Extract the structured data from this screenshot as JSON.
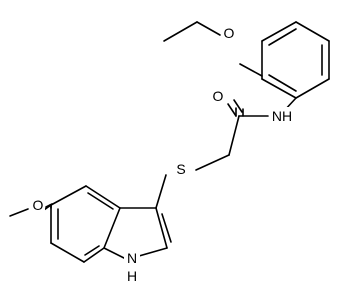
{
  "molecule": {
    "atom_labels": {
      "ether_oxygen_top": "O",
      "amide_oxygen": "O",
      "amide_nitrogen": "NH",
      "thioether_sulfur": "S",
      "methoxy_oxygen": "O",
      "indole_nitrogen": "NH",
      "indole_nitrogen_h": "H",
      "indole_nitrogen_n": "N"
    }
  }
}
